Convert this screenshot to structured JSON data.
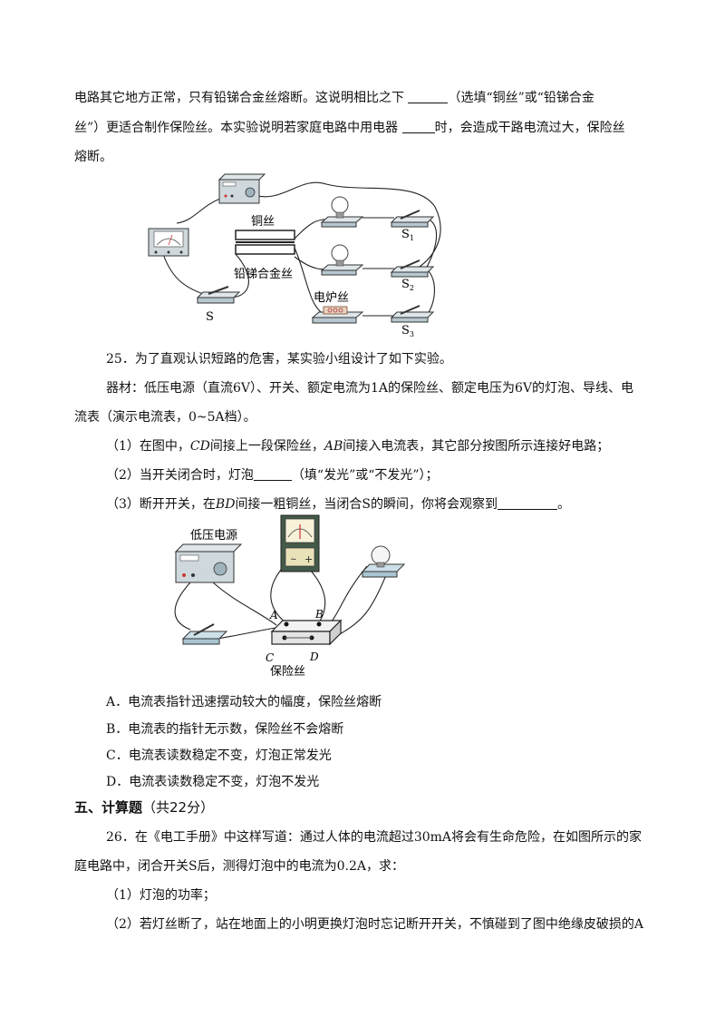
{
  "q24": {
    "line1_a": "电路其它地方正常，只有铅锑合金丝熔断。这说明相比之下 ",
    "line1_b": "（选填“铜丝”或“铅锑合金",
    "line2_a": "丝”）更适合制作保险丝。本实验说明若家庭电路中用电器 ",
    "line2_b": "时，会造成干路电流过大，保险丝",
    "line3": "熔断。"
  },
  "fig1": {
    "copper": "铜丝",
    "alloy": "铅锑合金丝",
    "heater": "电炉丝",
    "s1": "S",
    "s1_sub": "1",
    "s2": "S",
    "s2_sub": "2",
    "s3": "S",
    "s3_sub": "3",
    "s": "S"
  },
  "q25": {
    "stem": "25．为了直观认识短路的危害，某实验小组设计了如下实验。",
    "materials_1": "器材：低压电源（直流6V）、开关、额定电流为1A的保险丝、额定电压为6V的灯泡、导线、电",
    "materials_2": "流表（演示电流表，0~5A档）。",
    "step1_a": "（1）在图中，",
    "step1_cd": "CD",
    "step1_b": "间接上一段保险丝，",
    "step1_ab": "AB",
    "step1_c": "间接入电流表，其它部分按图所示连接好电路；",
    "step2_a": "（2）当开关闭合时，灯泡",
    "step2_b": "（填“发光”或“不发光”）；",
    "step3_a": "（3）断开开关，在",
    "step3_bd": "BD",
    "step3_b": "间接一粗铜丝，当闭合S的瞬间，你将会观察到",
    "step3_c": "。"
  },
  "fig2": {
    "power_label": "低压电源",
    "a": "A",
    "b": "B",
    "c": "C",
    "d": "D",
    "fuse": "保险丝"
  },
  "options": [
    "A．电流表指针迅速摆动较大的幅度，保险丝熔断",
    "B．电流表的指针无示数，保险丝不会熔断",
    "C．电流表读数稳定不变，灯泡正常发光",
    "D．电流表读数稳定不变，灯泡不发光"
  ],
  "section5": {
    "title": "五、计算题",
    "points": "（共22分）"
  },
  "q26": {
    "line1": "26．在《电工手册》中这样写道：通过人体的电流超过30mA将会有生命危险，在如图所示的家",
    "line2": "庭电路中，闭合开关S后，测得灯泡中的电流为0.2A，求：",
    "sub1": "（1）灯泡的功率；",
    "sub2": "（2）若灯丝断了，站在地面上的小明更换灯泡时忘记断开开关，不慎碰到了图中绝缘皮破损的A"
  }
}
